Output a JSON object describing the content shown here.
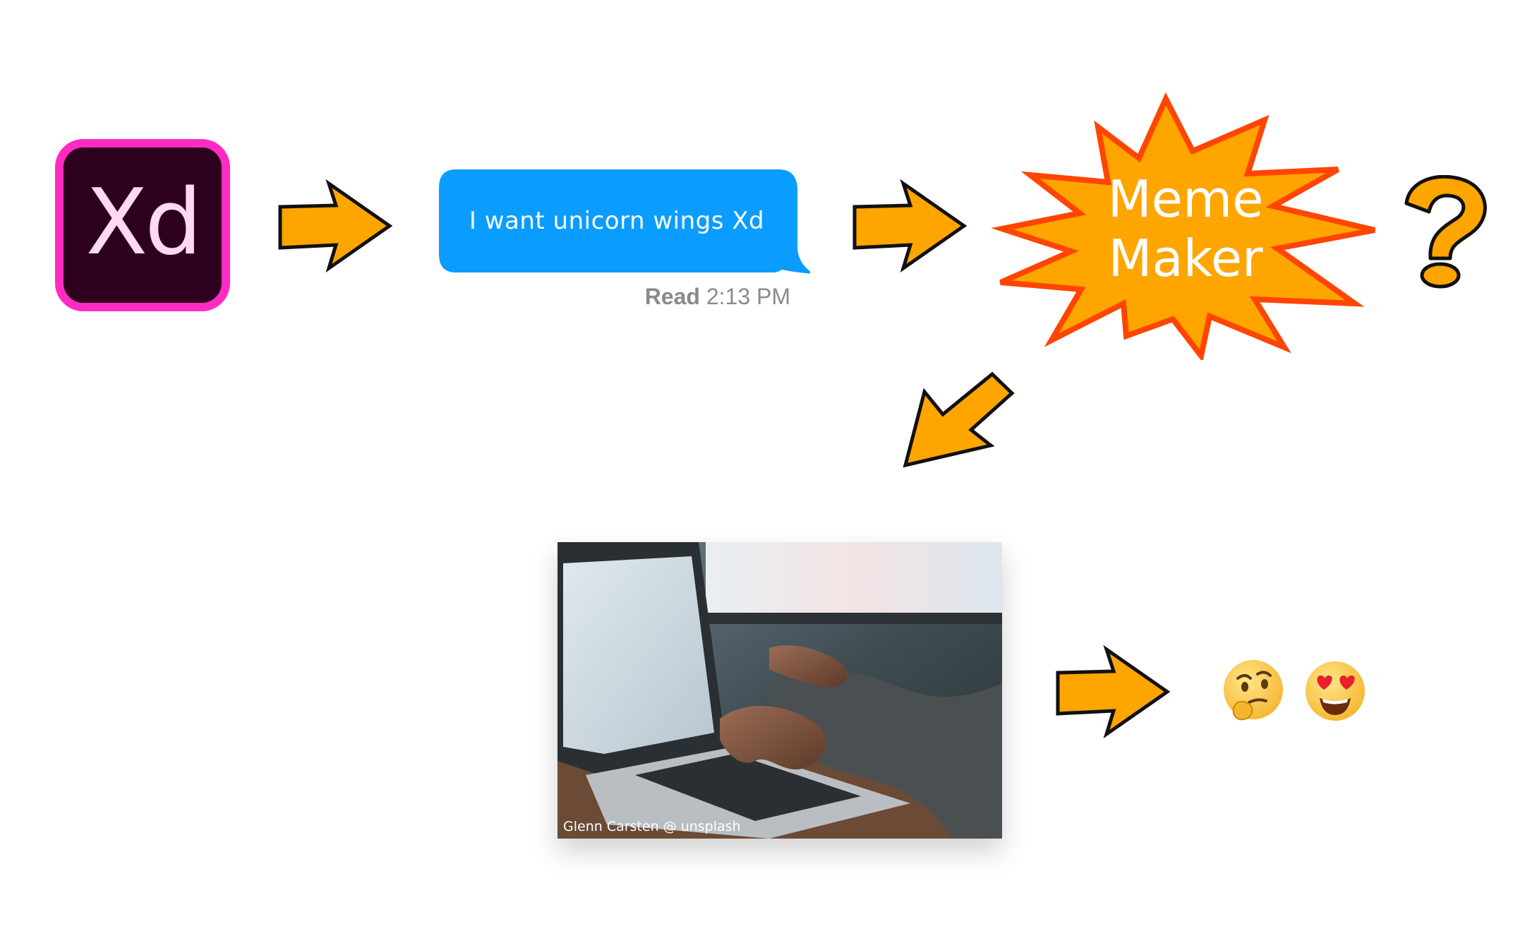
{
  "logo": {
    "text": "Xd",
    "icon": "adobe-xd-logo",
    "border_color": "#ff2bc2",
    "background_color": "#2e001f",
    "text_color": "#ffd9f2"
  },
  "message": {
    "text": "I want unicorn wings Xd",
    "bubble_color": "#0a9dff",
    "status_word": "Read",
    "status_time": "2:13 PM"
  },
  "burst": {
    "line1": "Meme",
    "line2": "Maker",
    "fill_color": "#ffa500",
    "stroke_color": "#ff4500"
  },
  "question": {
    "icon": "question-mark-icon",
    "color": "#ffa500"
  },
  "photo": {
    "credit": "Glenn Carsten @ unsplash"
  },
  "reactions": {
    "icons": [
      "thinking-face-emoji",
      "heart-eyes-emoji"
    ]
  },
  "arrow_color": "#ffa500"
}
